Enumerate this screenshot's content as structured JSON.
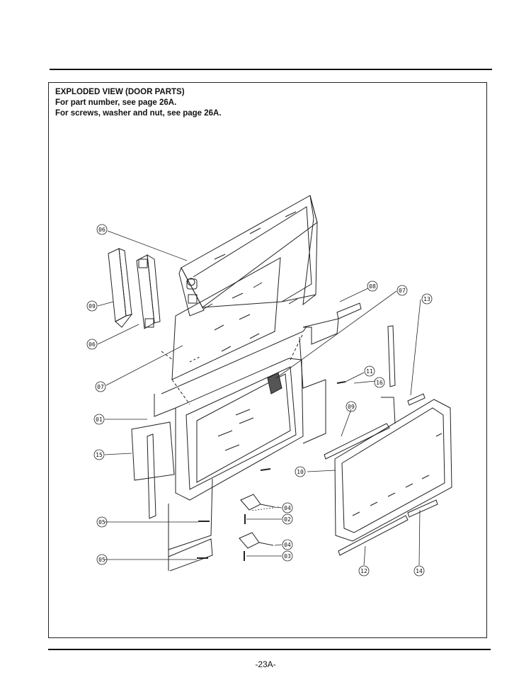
{
  "header": {
    "title": "EXPLODED VIEW (DOOR PARTS)",
    "line1": "For part number, see page 26A.",
    "line2": "For screws, washer and nut, see page 26A."
  },
  "callouts": {
    "c01": "01",
    "c02": "02",
    "c03": "03",
    "c04a": "04",
    "c04b": "04",
    "c05a": "05",
    "c05b": "05",
    "c06a": "06",
    "c06b": "06",
    "c07a": "07",
    "c07b": "07",
    "c08": "08",
    "c09a": "09",
    "c09b": "09",
    "c10": "10",
    "c11": "11",
    "c12": "12",
    "c13": "13",
    "c14": "14",
    "c15": "15",
    "c16": "16"
  },
  "footer": {
    "page_number": "-23A-"
  }
}
